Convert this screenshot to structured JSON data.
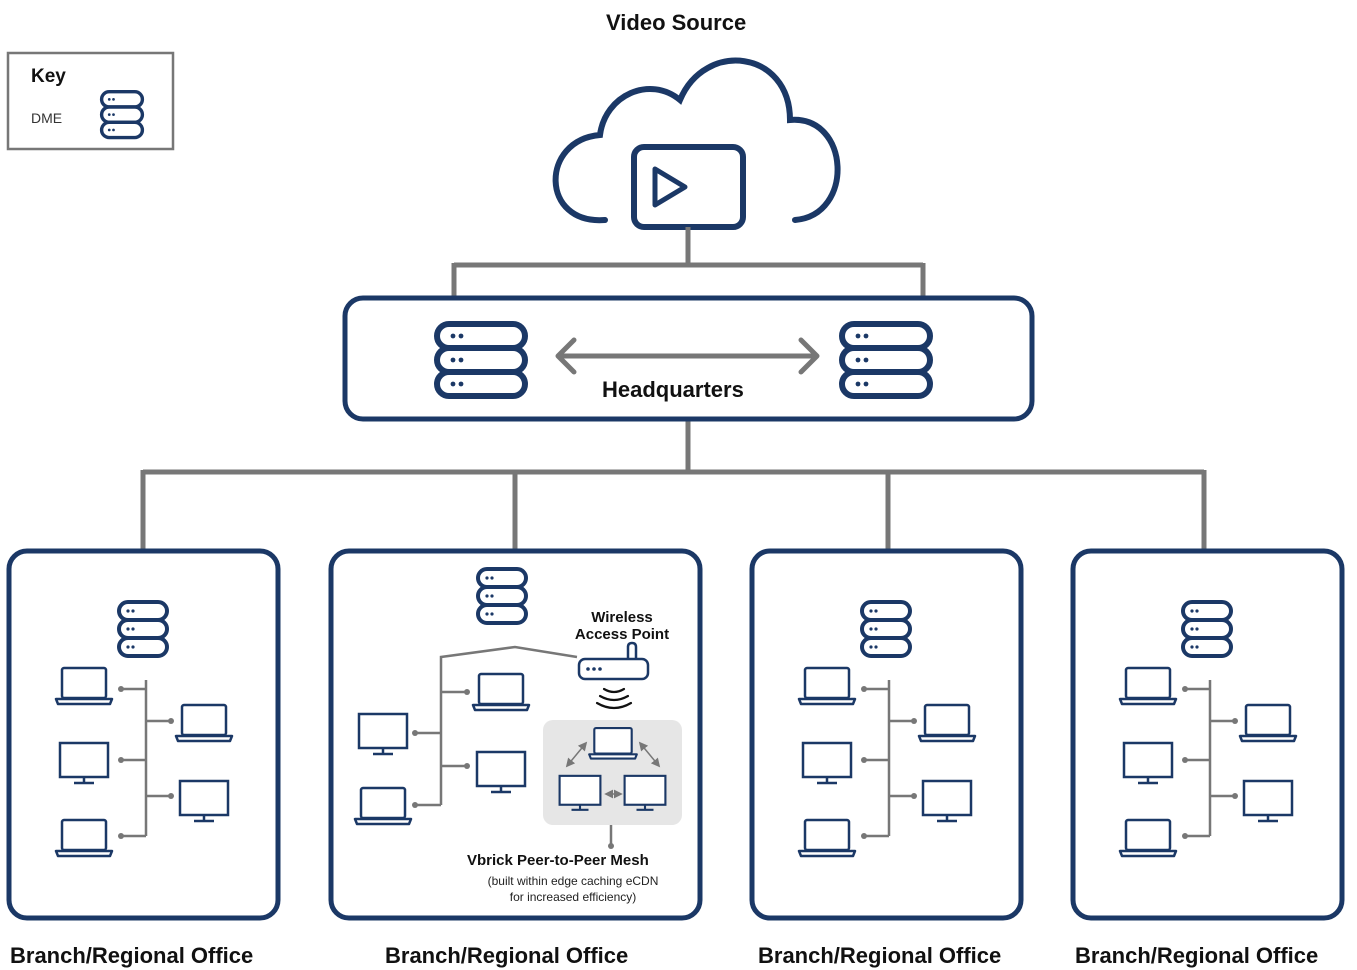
{
  "title": "Video Source",
  "key": {
    "title": "Key",
    "item_label": "DME",
    "item_icon": "server-icon"
  },
  "headquarters": {
    "label": "Headquarters"
  },
  "branches": [
    {
      "label": "Branch/Regional Office"
    },
    {
      "label": "Branch/Regional Office"
    },
    {
      "label": "Branch/Regional Office"
    },
    {
      "label": "Branch/Regional Office"
    }
  ],
  "wireless_access_point": {
    "line1": "Wireless",
    "line2": "Access Point"
  },
  "mesh": {
    "title": "Vbrick Peer-to-Peer Mesh",
    "sub1": "(built within edge caching eCDN",
    "sub2": "for increased efficiency)"
  },
  "colors": {
    "navy": "#1b3866",
    "gray_line": "#777777",
    "mesh_bg": "#e6e6e6"
  }
}
